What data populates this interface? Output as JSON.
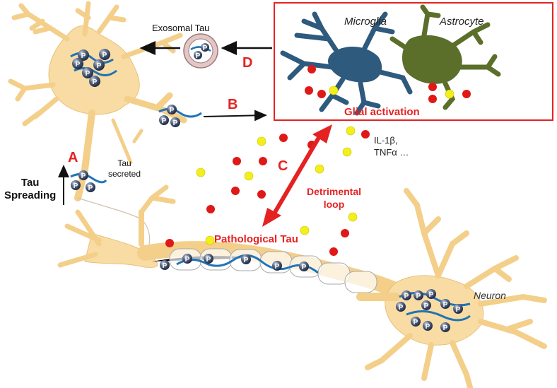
{
  "labels": {
    "exosomal_tau": "Exosomal Tau",
    "microglia": "Microglia",
    "astrocyte": "Astrocyte",
    "glial_activation": "Glial activation",
    "letter_a": "A",
    "letter_b": "B",
    "letter_c": "C",
    "letter_d": "D",
    "tau_secreted_line1": "Tau",
    "tau_secreted_line2": "secreted",
    "tau_spreading_line1": "Tau",
    "tau_spreading_line2": "Spreading",
    "cytokines_line1": "IL-1β,",
    "cytokines_line2": "TNFα …",
    "detrimental_line1": "Detrimental",
    "detrimental_line2": "loop",
    "pathological_tau": "Pathological Tau",
    "neuron": "Neuron",
    "phospho": "P"
  },
  "colors": {
    "neuron_fill": "#f9dca4",
    "microglia_fill": "#2e5a7e",
    "astrocyte_fill": "#5b6e2a",
    "accent_red": "#e52222",
    "cytokine_red": "#e01818",
    "cytokine_yellow": "#f3ef1a",
    "phospho_ball": "#3a4a66",
    "tau_strand": "#1f74b8"
  }
}
